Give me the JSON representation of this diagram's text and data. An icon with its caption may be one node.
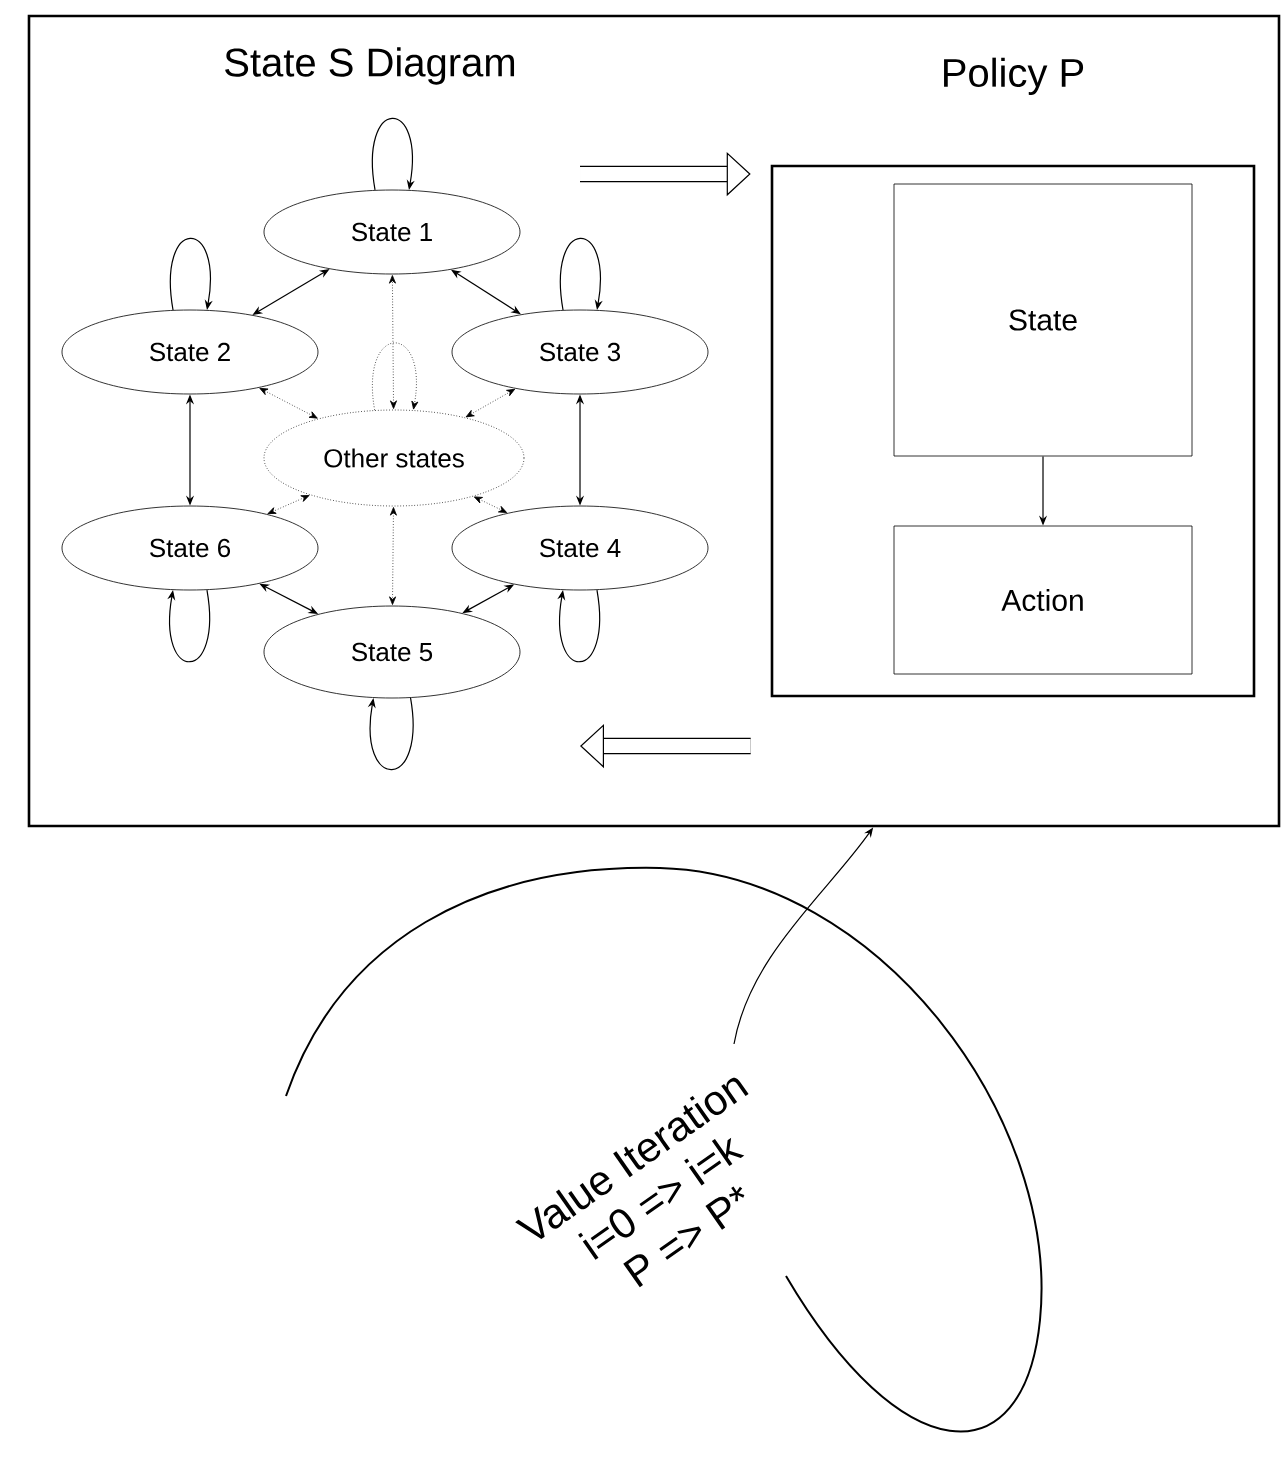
{
  "diagram": {
    "nodes": [
      {
        "text": [],
        "shape": "box"
      },
      {
        "text": [
          "State 1"
        ],
        "in": 0
      },
      {
        "text": [
          "State 2"
        ],
        "in": 0
      },
      {
        "text": [
          "State 3"
        ],
        "in": 0
      },
      {
        "text": [
          "Other states"
        ],
        "in": 0
      },
      {
        "text": [
          "State 6"
        ],
        "in": 0
      },
      {
        "text": [
          "State 4"
        ],
        "in": 0
      },
      {
        "text": [
          "State 5"
        ],
        "in": 0
      },
      {
        "text": [
          "Policy P"
        ],
        "in": 0
      },
      {
        "text": [
          "State"
        ],
        "in": 8
      },
      {
        "text": [
          "Action"
        ],
        "in": 8
      },
      {
        "text": [
          "Value Iteration",
          "i=0 => i=k",
          "P => P*"
        ]
      }
    ],
    "edges": [
      {
        "from": 1,
        "to": 1,
        "arrow": "to"
      },
      {
        "from": 2,
        "to": 2,
        "arrow": "to"
      },
      {
        "from": 3,
        "to": 3,
        "arrow": "to"
      },
      {
        "from": 5,
        "to": 5,
        "arrow": "to"
      },
      {
        "from": 6,
        "to": 6,
        "arrow": "to"
      },
      {
        "from": 7,
        "to": 7,
        "arrow": "to"
      },
      {
        "from": 1,
        "to": 2,
        "arrow": "both"
      },
      {
        "from": 1,
        "to": 3,
        "arrow": "both"
      },
      {
        "from": 2,
        "to": 5,
        "arrow": "both"
      },
      {
        "from": 3,
        "to": 6,
        "arrow": "both"
      },
      {
        "from": 5,
        "to": 7,
        "arrow": "both"
      },
      {
        "from": 6,
        "to": 7,
        "arrow": "both"
      },
      {
        "from": 4,
        "to": 1,
        "arrow": "both",
        "style": "dashed"
      },
      {
        "from": 4,
        "to": 4,
        "arrow": "to",
        "style": "dashed"
      },
      {
        "from": 4,
        "to": 2,
        "arrow": "both",
        "style": "dashed"
      },
      {
        "from": 4,
        "to": 3,
        "arrow": "both",
        "style": "dashed"
      },
      {
        "from": 4,
        "to": 5,
        "arrow": "both",
        "style": "dashed"
      },
      {
        "from": 4,
        "to": 6,
        "arrow": "both",
        "style": "dashed"
      },
      {
        "from": 4,
        "to": 7,
        "arrow": "both",
        "style": "dashed"
      },
      {
        "from": 9,
        "to": 10,
        "arrow": "to"
      },
      {
        "from": null,
        "to": 8,
        "arrow": "to",
        "style": "thick"
      },
      {
        "from": 8,
        "to": null,
        "arrow": "to",
        "style": "thick"
      },
      {
        "from": 11,
        "to": 0,
        "arrow": "to"
      }
    ],
    "labels": [
      "State S Diagram"
    ]
  }
}
